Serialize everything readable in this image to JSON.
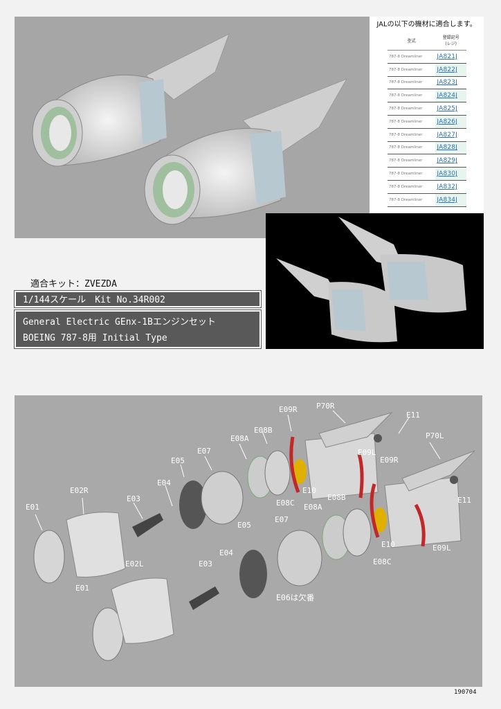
{
  "fit_table": {
    "title": "JALの以下の機材に適合します。",
    "headers": [
      "型式",
      "登録記号\n(レジ)"
    ],
    "rows": [
      {
        "model": "787-8 Dreamliner",
        "reg": "JA821J"
      },
      {
        "model": "787-8 Dreamliner",
        "reg": "JA822J"
      },
      {
        "model": "787-8 Dreamliner",
        "reg": "JA823J"
      },
      {
        "model": "787-8 Dreamliner",
        "reg": "JA824J"
      },
      {
        "model": "787-8 Dreamliner",
        "reg": "JA825J"
      },
      {
        "model": "787-8 Dreamliner",
        "reg": "JA826J"
      },
      {
        "model": "787-8 Dreamliner",
        "reg": "JA827J"
      },
      {
        "model": "787-8 Dreamliner",
        "reg": "JA828J"
      },
      {
        "model": "787-8 Dreamliner",
        "reg": "JA829J"
      },
      {
        "model": "787-8 Dreamliner",
        "reg": "JA830J"
      },
      {
        "model": "787-8 Dreamliner",
        "reg": "JA832J"
      },
      {
        "model": "787-8 Dreamliner",
        "reg": "JA834J"
      }
    ]
  },
  "kit": {
    "compatible": "適合キット：ZVEZDA",
    "scale": "1/144スケール　Kit No.34R002",
    "engine_line1": "General Electric GEnx-1Bエンジンセット",
    "engine_line2": "BOEING 787-8用 Initial Type"
  },
  "parts": {
    "E01a": "E01",
    "E01b": "E01",
    "E02R": "E02R",
    "E02L": "E02L",
    "E03a": "E03",
    "E03b": "E03",
    "E04a": "E04",
    "E04b": "E04",
    "E05a": "E05",
    "E05b": "E05",
    "E07a": "E07",
    "E07b": "E07",
    "E08Aa": "E08A",
    "E08Ab": "E08A",
    "E08Ba": "E08B",
    "E08Bb": "E08B",
    "E08Ca": "E08C",
    "E08Cb": "E08C",
    "E09Ra": "E09R",
    "E09Rb": "E09R",
    "E09La": "E09L",
    "E09Lb": "E09L",
    "E10a": "E10",
    "E10b": "E10",
    "E11a": "E11",
    "E11b": "E11",
    "P70R": "P70R",
    "P70L": "P70L",
    "note": "E06は欠番"
  },
  "doc_number": "190704",
  "colors": {
    "panel_gray": "#a6a6a6",
    "bar_gray": "#595959",
    "nacelle": "#d9d9d9",
    "core_blue": "#b8c8d0",
    "reverser_red": "#c0282a",
    "ring_gold": "#e0b000",
    "reg_link": "#2a6fb3"
  }
}
